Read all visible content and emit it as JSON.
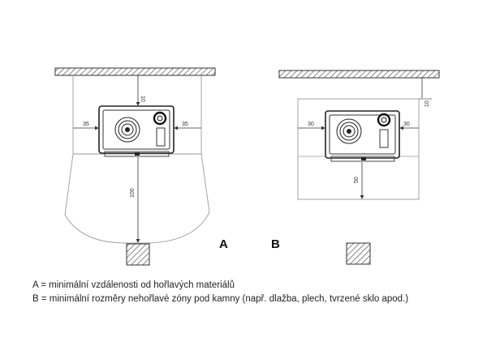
{
  "diagram_a": {
    "label": "A",
    "dim_top": "10",
    "dim_left": "35",
    "dim_right": "35",
    "dim_front": "100"
  },
  "diagram_b": {
    "label": "B",
    "dim_top": "10",
    "dim_left": "30",
    "dim_right": "30",
    "dim_front": "50"
  },
  "legend": {
    "a": "A = minimální vzdálenosti od hořlavých materiálů",
    "b": "B = minimální rozměry nehořlavé zóny pod kamny (např. dlažba, plech, tvrzené sklo apod.)"
  }
}
